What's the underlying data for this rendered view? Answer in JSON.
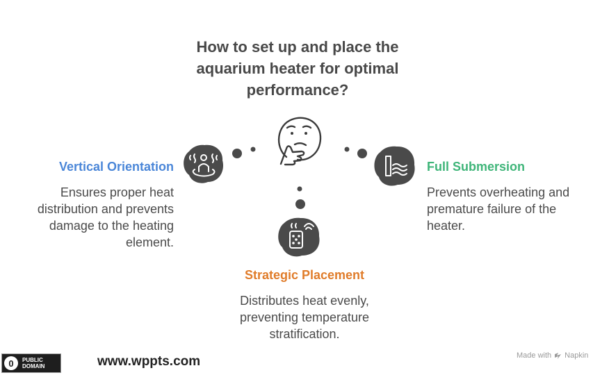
{
  "title_lines": [
    "How to set up and place the",
    "aquarium heater for optimal",
    "performance?"
  ],
  "branches": {
    "vertical": {
      "heading": "Vertical Orientation",
      "desc_lines": [
        "Ensures proper heat",
        "distribution and prevents",
        "damage to the heating",
        "element."
      ],
      "color": "#4a86d8",
      "icon": "person-heat-icon"
    },
    "full": {
      "heading": "Full Submersion",
      "desc_lines": [
        "Prevents overheating and",
        "premature failure of the",
        "heater."
      ],
      "color": "#3fb579",
      "icon": "submerged-heater-icon"
    },
    "strategic": {
      "heading": "Strategic Placement",
      "desc_lines": [
        "Distributes heat evenly,",
        "preventing temperature",
        "stratification."
      ],
      "color": "#e07c2a",
      "icon": "smart-heater-icon"
    }
  },
  "center_icon": "thinking-face-icon",
  "footer": {
    "license_zero": "0",
    "license_lines": [
      "PUBLIC",
      "DOMAIN"
    ],
    "website": "www.wppts.com",
    "made_with": "Made with",
    "brand": "Napkin"
  }
}
